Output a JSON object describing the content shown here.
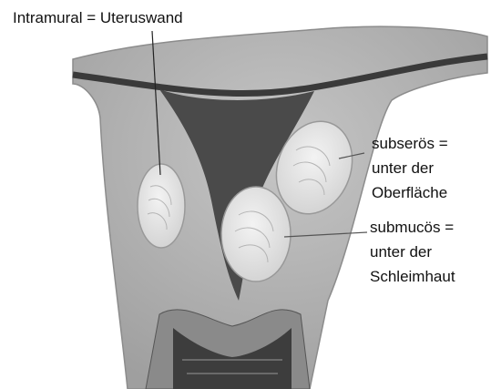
{
  "labels": {
    "intramural": "Intramural = Uteruswand",
    "subseroes": [
      "subserös =",
      "unter der",
      "Oberfläche"
    ],
    "submucoes": [
      "submucös =",
      "unter der",
      "Schleimhaut"
    ]
  },
  "colors": {
    "background": "#ffffff",
    "uterus_wall": "#b5b5b5",
    "cavity": "#4a4a4a",
    "fibroid": "#e7e7e7",
    "text": "#111111"
  }
}
